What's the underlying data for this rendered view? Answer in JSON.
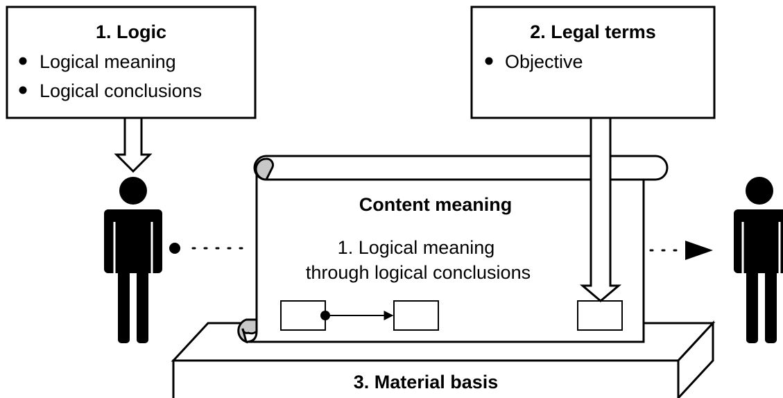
{
  "boxes": {
    "logic": {
      "title": "1. Logic",
      "bullets": [
        "Logical meaning",
        "Logical conclusions"
      ]
    },
    "legal": {
      "title": "2. Legal terms",
      "bullets": [
        "Objective"
      ]
    }
  },
  "scroll": {
    "heading": "Content meaning",
    "text_line1": "1. Logical meaning",
    "text_line2": "through logical conclusions"
  },
  "base": {
    "label": "3. Material basis"
  },
  "colors": {
    "stroke": "#000000",
    "fill": "#ffffff",
    "scroll_curl": "#c8c8c8"
  },
  "icons": [
    "person-left-icon",
    "person-right-icon"
  ]
}
